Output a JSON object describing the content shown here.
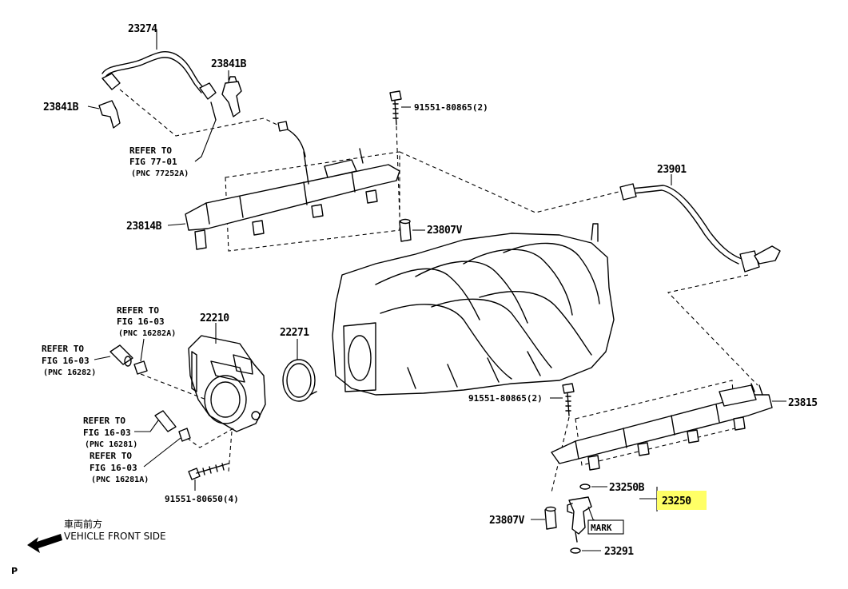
{
  "parts": {
    "p23274": "23274",
    "p23841b_top": "23841B",
    "p23841b_left": "23841B",
    "p91551_80865_top": "91551-80865(2)",
    "p23814b": "23814B",
    "p23807v_top": "23807V",
    "p23901": "23901",
    "p22210": "22210",
    "p22271": "22271",
    "p91551_80865_mid": "91551-80865(2)",
    "p23815": "23815",
    "p23250b": "23250B",
    "p23250": "23250",
    "p23807v_bottom": "23807V",
    "p23291": "23291",
    "p91551_80650": "91551-80650(4)",
    "mark": "MARK"
  },
  "refs": {
    "r1": {
      "line1": "REFER TO",
      "line2": "FIG 77-01",
      "line3": "(PNC 77252A)"
    },
    "r2": {
      "line1": "REFER TO",
      "line2": "FIG 16-03",
      "line3": "(PNC 16282A)"
    },
    "r3": {
      "line1": "REFER TO",
      "line2": "FIG 16-03",
      "line3": "(PNC 16282)"
    },
    "r4": {
      "line1": "REFER TO",
      "line2": "FIG 16-03",
      "line3": "(PNC 16281)"
    },
    "r5": {
      "line1": "REFER TO",
      "line2": "FIG 16-03",
      "line3": "(PNC 16281A)"
    }
  },
  "front": {
    "japanese": "車両前方",
    "english": "VEHICLE FRONT SIDE"
  },
  "footer": {
    "letter": "P"
  },
  "colors": {
    "highlight": "#ffff66",
    "ink": "#000000"
  },
  "icons": {
    "front_arrow": "arrow-left-icon"
  }
}
